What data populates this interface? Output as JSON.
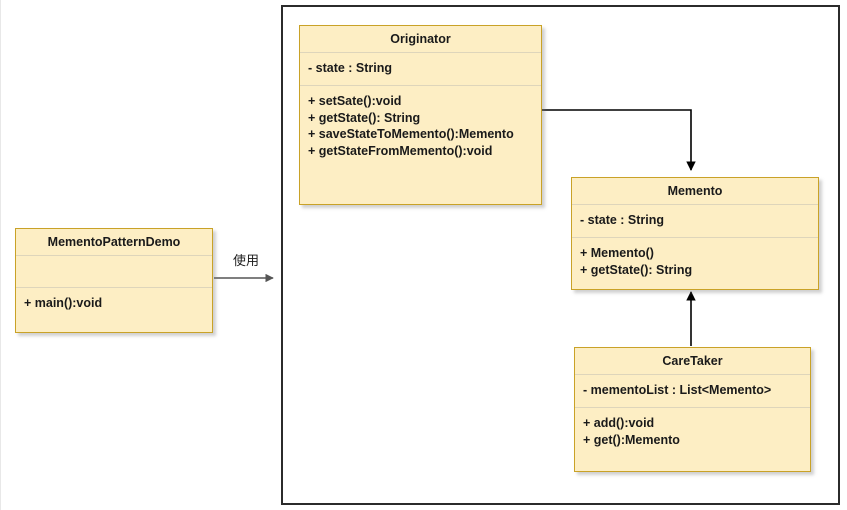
{
  "diagram": {
    "type": "uml-class-diagram",
    "title": "Memento Pattern Class Diagram",
    "background": "#ffffff",
    "class_fill": "#fdeec4",
    "class_border": "#c9a227",
    "frame_border": "#2b2b2b",
    "connector_color_dark": "#000000",
    "connector_color_gray": "#555555"
  },
  "classes": {
    "demo": {
      "name": "MementoPatternDemo",
      "attributes": [],
      "methods": [
        "+ main():void"
      ]
    },
    "originator": {
      "name": "Originator",
      "attributes": [
        "- state :  String"
      ],
      "methods": [
        "+ setSate():void",
        "+ getState(): String",
        "+ saveStateToMemento():Memento",
        "+ getStateFromMemento():void"
      ]
    },
    "memento": {
      "name": "Memento",
      "attributes": [
        "- state :  String"
      ],
      "methods": [
        "+ Memento()",
        "+ getState(): String"
      ]
    },
    "caretaker": {
      "name": "CareTaker",
      "attributes": [
        "- mementoList : List<Memento>"
      ],
      "methods": [
        "+ add():void",
        "+ get():Memento"
      ]
    }
  },
  "edges": {
    "demo_to_package": {
      "label": "使用",
      "from": "MementoPatternDemo",
      "to": "package-frame",
      "style": "solid-open-arrow"
    },
    "originator_to_memento": {
      "label": "",
      "from": "Originator",
      "to": "Memento",
      "style": "solid-arrow"
    },
    "caretaker_to_memento": {
      "label": "",
      "from": "CareTaker",
      "to": "Memento",
      "style": "solid-arrow"
    }
  }
}
